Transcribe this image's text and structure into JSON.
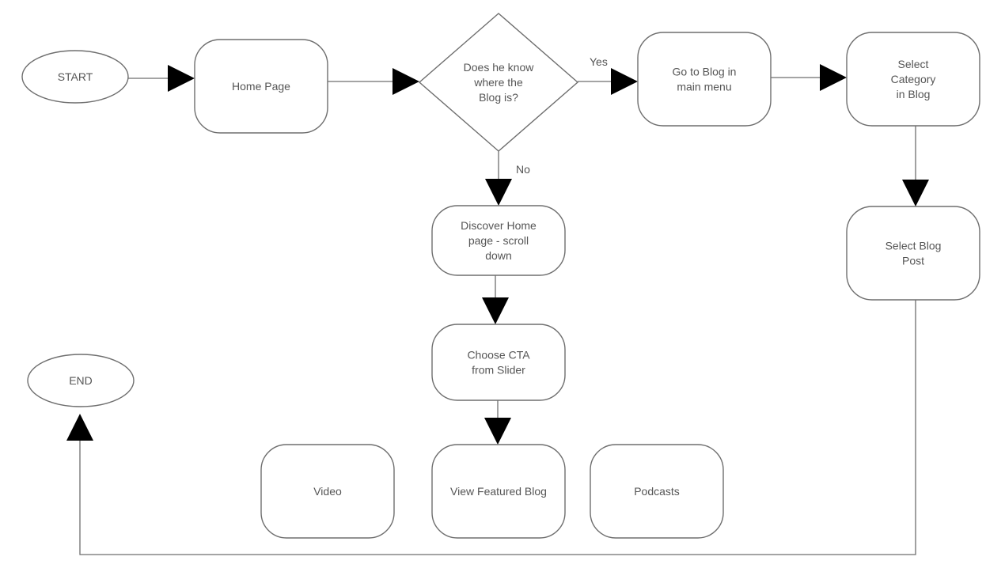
{
  "diagram": {
    "nodes": [
      {
        "id": "start",
        "shape": "ellipse",
        "label": "START"
      },
      {
        "id": "home",
        "shape": "rounded",
        "label": "Home Page"
      },
      {
        "id": "decision",
        "shape": "diamond",
        "label": "Does he know where the Blog is?"
      },
      {
        "id": "blog-menu",
        "shape": "rounded",
        "label": "Go to Blog in main menu"
      },
      {
        "id": "category",
        "shape": "rounded",
        "label": "Select Category in Blog"
      },
      {
        "id": "discover",
        "shape": "rounded",
        "label": "Discover Home page - scroll down"
      },
      {
        "id": "post",
        "shape": "rounded",
        "label": "Select Blog Post"
      },
      {
        "id": "cta",
        "shape": "rounded",
        "label": "Choose CTA from Slider"
      },
      {
        "id": "end",
        "shape": "ellipse",
        "label": "END"
      },
      {
        "id": "video",
        "shape": "rounded",
        "label": "Video"
      },
      {
        "id": "featured",
        "shape": "rounded",
        "label": "View Featured Blog"
      },
      {
        "id": "podcasts",
        "shape": "rounded",
        "label": "Podcasts"
      }
    ],
    "edges": [
      {
        "from": "start",
        "to": "home",
        "label": ""
      },
      {
        "from": "home",
        "to": "decision",
        "label": ""
      },
      {
        "from": "decision",
        "to": "blog-menu",
        "label": "Yes"
      },
      {
        "from": "blog-menu",
        "to": "category",
        "label": ""
      },
      {
        "from": "decision",
        "to": "discover",
        "label": "No"
      },
      {
        "from": "category",
        "to": "post",
        "label": ""
      },
      {
        "from": "discover",
        "to": "cta",
        "label": ""
      },
      {
        "from": "cta",
        "to": "featured",
        "label": ""
      },
      {
        "from": "post",
        "to": "end",
        "label": ""
      }
    ]
  }
}
